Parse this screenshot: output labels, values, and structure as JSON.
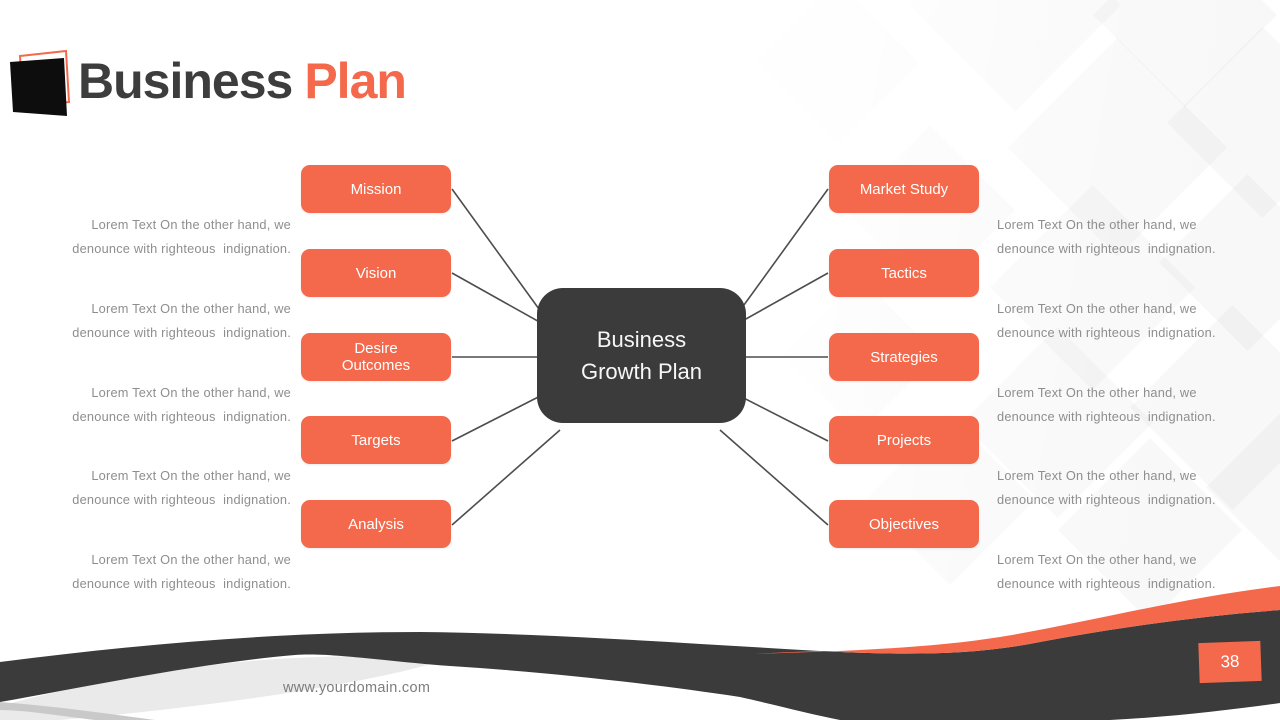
{
  "slide": {
    "title_dark": "Business",
    "title_accent": "Plan",
    "footer_url": "www.yourdomain.com",
    "page_number": "38"
  },
  "diagram": {
    "center_line1": "Business",
    "center_line2": "Growth Plan",
    "left_nodes": [
      {
        "label": "Mission",
        "desc_line1": "Lorem Text On the other hand, we",
        "desc_line2": "denounce with righteous  indignation."
      },
      {
        "label": "Vision",
        "desc_line1": "Lorem Text On the other hand, we",
        "desc_line2": "denounce with righteous  indignation."
      },
      {
        "label": "Desire Outcomes",
        "desc_line1": "Lorem Text On the other hand, we",
        "desc_line2": "denounce with righteous  indignation."
      },
      {
        "label": "Targets",
        "desc_line1": "Lorem Text On the other hand, we",
        "desc_line2": "denounce with righteous  indignation."
      },
      {
        "label": "Analysis",
        "desc_line1": "Lorem Text On the other hand, we",
        "desc_line2": "denounce with righteous  indignation."
      }
    ],
    "right_nodes": [
      {
        "label": "Market Study",
        "desc_line1": "Lorem Text On the other hand, we",
        "desc_line2": "denounce with righteous  indignation."
      },
      {
        "label": "Tactics",
        "desc_line1": "Lorem Text On the other hand, we",
        "desc_line2": "denounce with righteous  indignation."
      },
      {
        "label": "Strategies",
        "desc_line1": "Lorem Text On the other hand, we",
        "desc_line2": "denounce with righteous  indignation."
      },
      {
        "label": "Projects",
        "desc_line1": "Lorem Text On the other hand, we",
        "desc_line2": "denounce with righteous  indignation."
      },
      {
        "label": "Objectives",
        "desc_line1": "Lorem Text On the other hand, we",
        "desc_line2": "denounce with righteous  indignation."
      }
    ]
  },
  "colors": {
    "accent": "#f4694b",
    "dark": "#3b3b3b",
    "text_gray": "#8e8e8e"
  }
}
